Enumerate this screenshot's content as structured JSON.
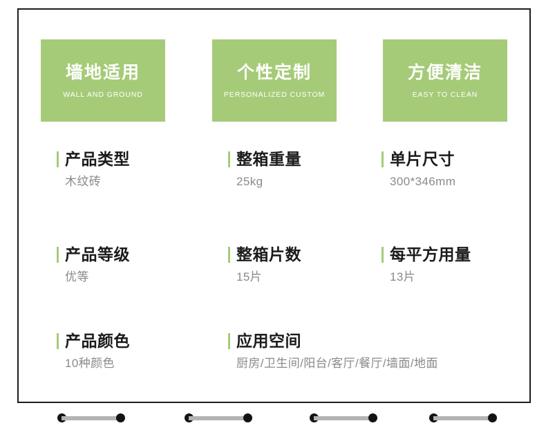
{
  "features": [
    {
      "title": "墙地适用",
      "subtitle": "WALL AND GROUND"
    },
    {
      "title": "个性定制",
      "subtitle": "PERSONALIZED CUSTOM"
    },
    {
      "title": "方便清洁",
      "subtitle": "EASY TO CLEAN"
    }
  ],
  "specs": [
    {
      "label": "产品类型",
      "value": "木纹砖"
    },
    {
      "label": "整箱重量",
      "value": "25kg"
    },
    {
      "label": "单片尺寸",
      "value": "300*346mm"
    },
    {
      "label": "产品等级",
      "value": "优等"
    },
    {
      "label": "整箱片数",
      "value": "15片"
    },
    {
      "label": "每平方用量",
      "value": "13片"
    },
    {
      "label": "产品颜色",
      "value": "10种颜色"
    },
    {
      "label": "应用空间",
      "value": "厨房/卫生间/阳台/客厅/餐厅/墙面/地面"
    }
  ],
  "colors": {
    "accent_green": "#a6cb78",
    "label_text": "#1b1b1b",
    "value_text": "#8a8a8a",
    "frame_border": "#1c1c1c",
    "ornament_bar": "#b4b4b4",
    "ornament_end": "#131313",
    "background": "#ffffff"
  },
  "ornaments": {
    "count": 4,
    "shape": "dumbbell"
  }
}
